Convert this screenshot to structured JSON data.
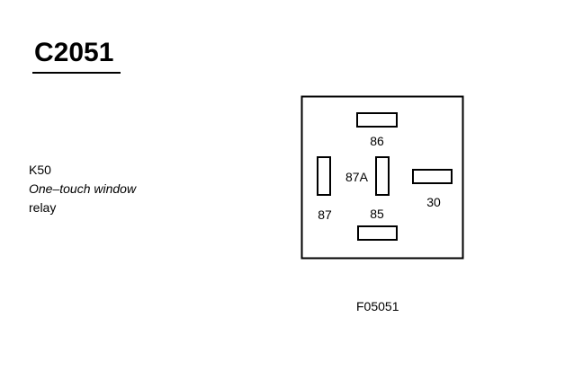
{
  "connector": {
    "id": "C2051"
  },
  "relay": {
    "code": "K50",
    "name": "One–touch window",
    "type": "relay"
  },
  "pins": [
    {
      "number": "86",
      "orientation": "horizontal"
    },
    {
      "number": "87A",
      "orientation": "vertical"
    },
    {
      "number": "87",
      "orientation": "vertical"
    },
    {
      "number": "30",
      "orientation": "horizontal"
    },
    {
      "number": "85",
      "orientation": "horizontal"
    }
  ],
  "figure": {
    "reference": "F05051"
  }
}
